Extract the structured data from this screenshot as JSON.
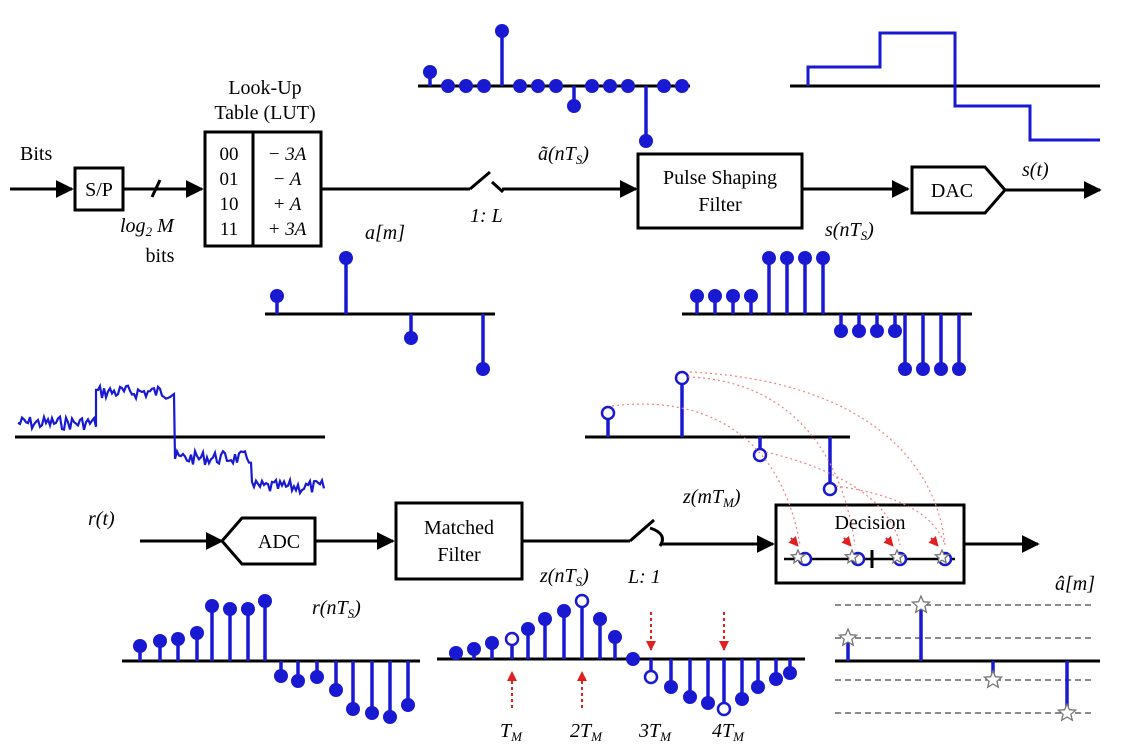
{
  "labels": {
    "bits_in": "Bits",
    "sp": "S/P",
    "log2m": "log",
    "log2m_sub": "2",
    "log2m_m": " M",
    "bits_unit": "bits",
    "lut_title_1": "Look-Up",
    "lut_title_2": "Table (LUT)",
    "lut_codes": [
      "00",
      "01",
      "10",
      "11"
    ],
    "lut_values": [
      "− 3A",
      "− A",
      "+ A",
      "+ 3A"
    ],
    "a_m": "a[m]",
    "upsample": "1: L",
    "a_tilde": "ã(nT",
    "a_tilde_sub": "S",
    "pulse_1": "Pulse Shaping",
    "pulse_2": "Filter",
    "dac": "DAC",
    "s_t": "s(t)",
    "s_nts": "s(nT",
    "s_nts_sub": "S",
    "r_t": "r(t)",
    "adc": "ADC",
    "matched_1": "Matched",
    "matched_2": "Filter",
    "downsample": "L: 1",
    "z_mtm": "z(mT",
    "z_mtm_sub": "M",
    "decision": "Decision",
    "z_nts": "z(nT",
    "z_nts_sub": "S",
    "r_nts": "r(nT",
    "r_nts_sub": "S",
    "a_hat": "â[m]",
    "tm_labels": [
      "T",
      "2T",
      "3T",
      "4T"
    ],
    "tm_sub": "M"
  },
  "symbols": [
    1,
    3,
    -1,
    -3
  ],
  "colors": {
    "stem": "#1919d2",
    "marker": "#e02020"
  }
}
